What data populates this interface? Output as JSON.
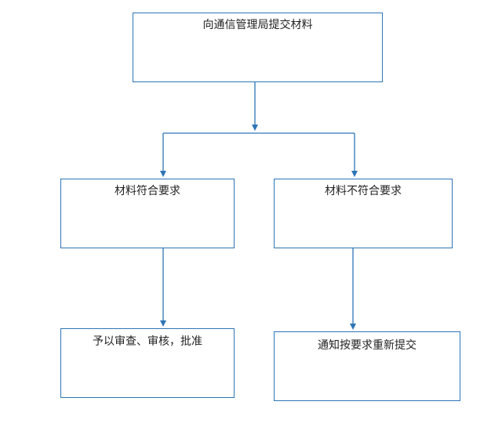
{
  "nodes": {
    "submit": "向通信管理局提交材料",
    "meets": "材料符合要求",
    "not_meets": "材料不符合要求",
    "approve": "予以审查、审核，批准",
    "resubmit": "通知按要求重新提交"
  },
  "colors": {
    "line": "#2e75b6",
    "border": "#2e75b6",
    "text": "#222222"
  }
}
